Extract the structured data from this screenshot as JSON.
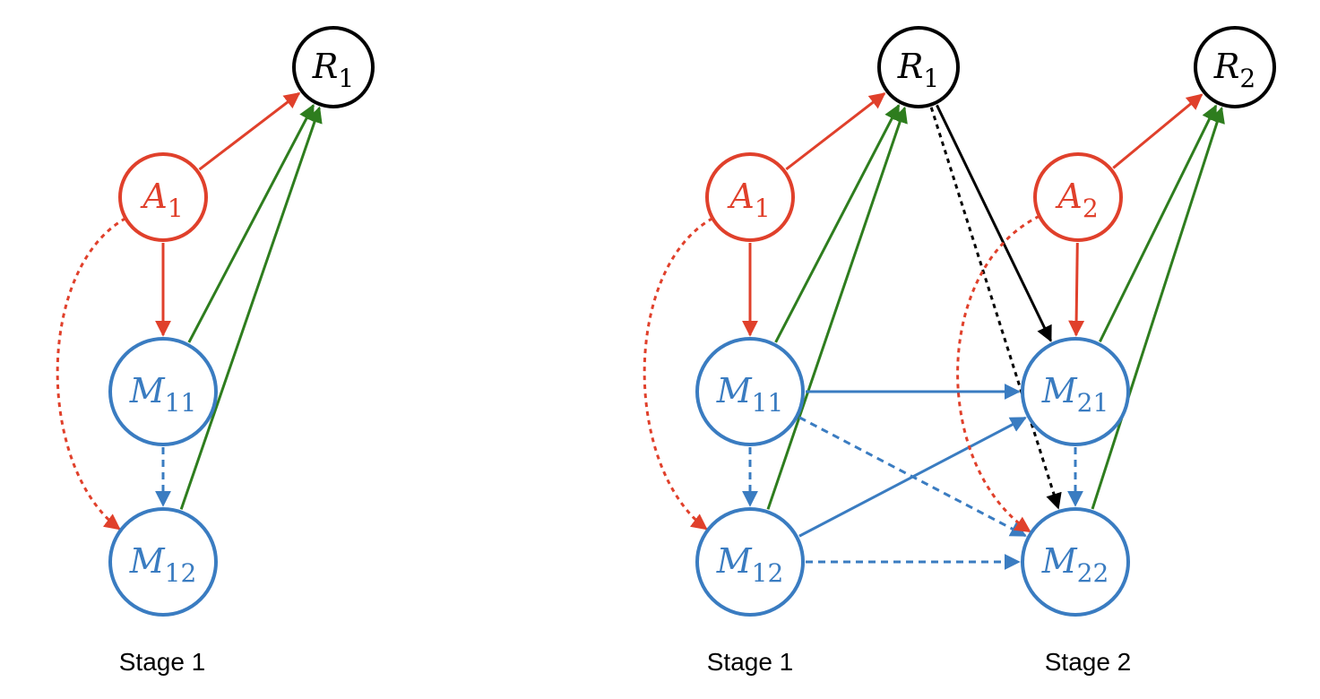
{
  "colors": {
    "red": "#e0402b",
    "blue": "#3a7cc1",
    "green": "#2e7d1e",
    "black": "#000000"
  },
  "panels": [
    {
      "nodes": [
        {
          "id": "R1",
          "main": "R",
          "sub": "1",
          "color": "black"
        },
        {
          "id": "A1",
          "main": "A",
          "sub": "1",
          "color": "red"
        },
        {
          "id": "M11",
          "main": "M",
          "sub": "11",
          "color": "blue"
        },
        {
          "id": "M12",
          "main": "M",
          "sub": "12",
          "color": "blue"
        }
      ],
      "edges": [
        {
          "from": "A1",
          "to": "R1",
          "color": "red",
          "style": "solid"
        },
        {
          "from": "A1",
          "to": "M11",
          "color": "red",
          "style": "solid"
        },
        {
          "from": "A1",
          "to": "M12",
          "color": "red",
          "style": "dotted",
          "curved": true
        },
        {
          "from": "M11",
          "to": "M12",
          "color": "blue",
          "style": "dashed"
        },
        {
          "from": "M11",
          "to": "R1",
          "color": "green",
          "style": "solid"
        },
        {
          "from": "M12",
          "to": "R1",
          "color": "green",
          "style": "solid"
        }
      ],
      "stage_labels": [
        "Stage 1"
      ]
    },
    {
      "nodes": [
        {
          "id": "R1",
          "main": "R",
          "sub": "1",
          "color": "black"
        },
        {
          "id": "R2",
          "main": "R",
          "sub": "2",
          "color": "black"
        },
        {
          "id": "A1",
          "main": "A",
          "sub": "1",
          "color": "red"
        },
        {
          "id": "A2",
          "main": "A",
          "sub": "2",
          "color": "red"
        },
        {
          "id": "M11",
          "main": "M",
          "sub": "11",
          "color": "blue"
        },
        {
          "id": "M12",
          "main": "M",
          "sub": "12",
          "color": "blue"
        },
        {
          "id": "M21",
          "main": "M",
          "sub": "21",
          "color": "blue"
        },
        {
          "id": "M22",
          "main": "M",
          "sub": "22",
          "color": "blue"
        }
      ],
      "edges": [
        {
          "from": "A1",
          "to": "R1",
          "color": "red",
          "style": "solid"
        },
        {
          "from": "A1",
          "to": "M11",
          "color": "red",
          "style": "solid"
        },
        {
          "from": "A1",
          "to": "M12",
          "color": "red",
          "style": "dotted",
          "curved": true
        },
        {
          "from": "M11",
          "to": "M12",
          "color": "blue",
          "style": "dashed"
        },
        {
          "from": "M11",
          "to": "R1",
          "color": "green",
          "style": "solid"
        },
        {
          "from": "M12",
          "to": "R1",
          "color": "green",
          "style": "solid"
        },
        {
          "from": "M11",
          "to": "M21",
          "color": "blue",
          "style": "solid"
        },
        {
          "from": "M11",
          "to": "M22",
          "color": "blue",
          "style": "dashed"
        },
        {
          "from": "M12",
          "to": "M21",
          "color": "blue",
          "style": "solid"
        },
        {
          "from": "M12",
          "to": "M22",
          "color": "blue",
          "style": "dashed"
        },
        {
          "from": "R1",
          "to": "M21",
          "color": "black",
          "style": "solid"
        },
        {
          "from": "R1",
          "to": "M22",
          "color": "black",
          "style": "dotted"
        },
        {
          "from": "A2",
          "to": "R2",
          "color": "red",
          "style": "solid"
        },
        {
          "from": "A2",
          "to": "M21",
          "color": "red",
          "style": "solid"
        },
        {
          "from": "A2",
          "to": "M22",
          "color": "red",
          "style": "dotted",
          "curved": true
        },
        {
          "from": "M21",
          "to": "M22",
          "color": "blue",
          "style": "dashed"
        },
        {
          "from": "M21",
          "to": "R2",
          "color": "green",
          "style": "solid"
        },
        {
          "from": "M22",
          "to": "R2",
          "color": "green",
          "style": "solid"
        }
      ],
      "stage_labels": [
        "Stage 1",
        "Stage 2"
      ]
    }
  ]
}
